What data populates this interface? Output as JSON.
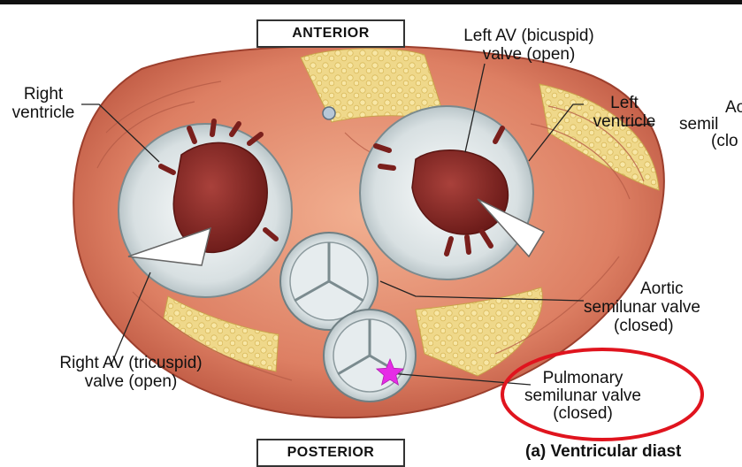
{
  "orientation": {
    "top": "ANTERIOR",
    "bottom": "POSTERIOR"
  },
  "labels": {
    "right_ventricle": [
      "Right",
      "ventricle"
    ],
    "left_av_valve": [
      "Left AV (bicuspid)",
      "valve (open)"
    ],
    "left_ventricle": [
      "Left",
      "ventricle"
    ],
    "aortic_cutoff": [
      "Ao",
      "semil",
      "(clo"
    ],
    "aortic_valve": [
      "Aortic",
      "semilunar valve",
      "(closed)"
    ],
    "right_av_valve": [
      "Right AV (tricuspid)",
      "valve (open)"
    ],
    "pulmonary_valve": [
      "Pulmonary",
      "semilunar valve",
      "(closed)"
    ]
  },
  "caption": "(a) Ventricular diast",
  "highlight": {
    "circle_color": "#e0141e",
    "star_color": "#e62ce6",
    "circled": "pulmonary-valve-label",
    "starred": "pulmonary-valve"
  }
}
